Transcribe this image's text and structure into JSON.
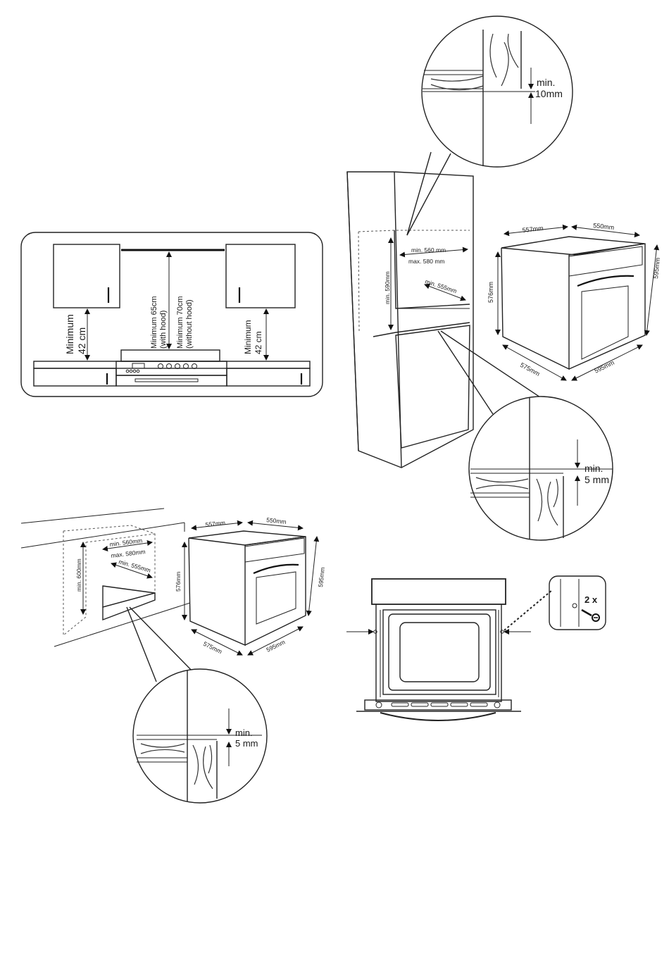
{
  "hob_diagram": {
    "left_clearance": "Minimum\n42 cm",
    "right_clearance": "Minimum\n42 cm",
    "with_hood": "Minimum 65cm\n(with hood)",
    "without_hood": "Minimum 70cm\n(without hood)"
  },
  "column_install": {
    "zoom_top": {
      "label1": "min.",
      "label2": "10mm"
    },
    "niche_height": "min. 590mm",
    "niche_width_min": "min. 560 mm",
    "niche_width_max": "max. 580 mm",
    "niche_depth": "min. 555mm",
    "zoom_bottom": {
      "label1": "min.",
      "label2": "5  mm"
    }
  },
  "oven_dims_top": {
    "width_top": "557mm",
    "depth_top": "550mm",
    "height_body": "576mm",
    "height_front": "595mm",
    "depth_bottom": "575mm",
    "width_bottom": "595mm"
  },
  "undercounter_install": {
    "niche_height": "min. 600mm",
    "niche_width_min": "min. 560mm",
    "niche_width_max": "max. 580mm",
    "niche_depth": "min. 555mm",
    "zoom": {
      "label1": "min.",
      "label2": "5  mm"
    }
  },
  "oven_dims_bottom": {
    "width_top": "557mm",
    "depth_top": "550mm",
    "height_body": "576mm",
    "height_front": "595mm",
    "depth_bottom": "575mm",
    "width_bottom": "595mm"
  },
  "fixing": {
    "screw_count": "2 x",
    "screw_icon": "screw-icon"
  }
}
